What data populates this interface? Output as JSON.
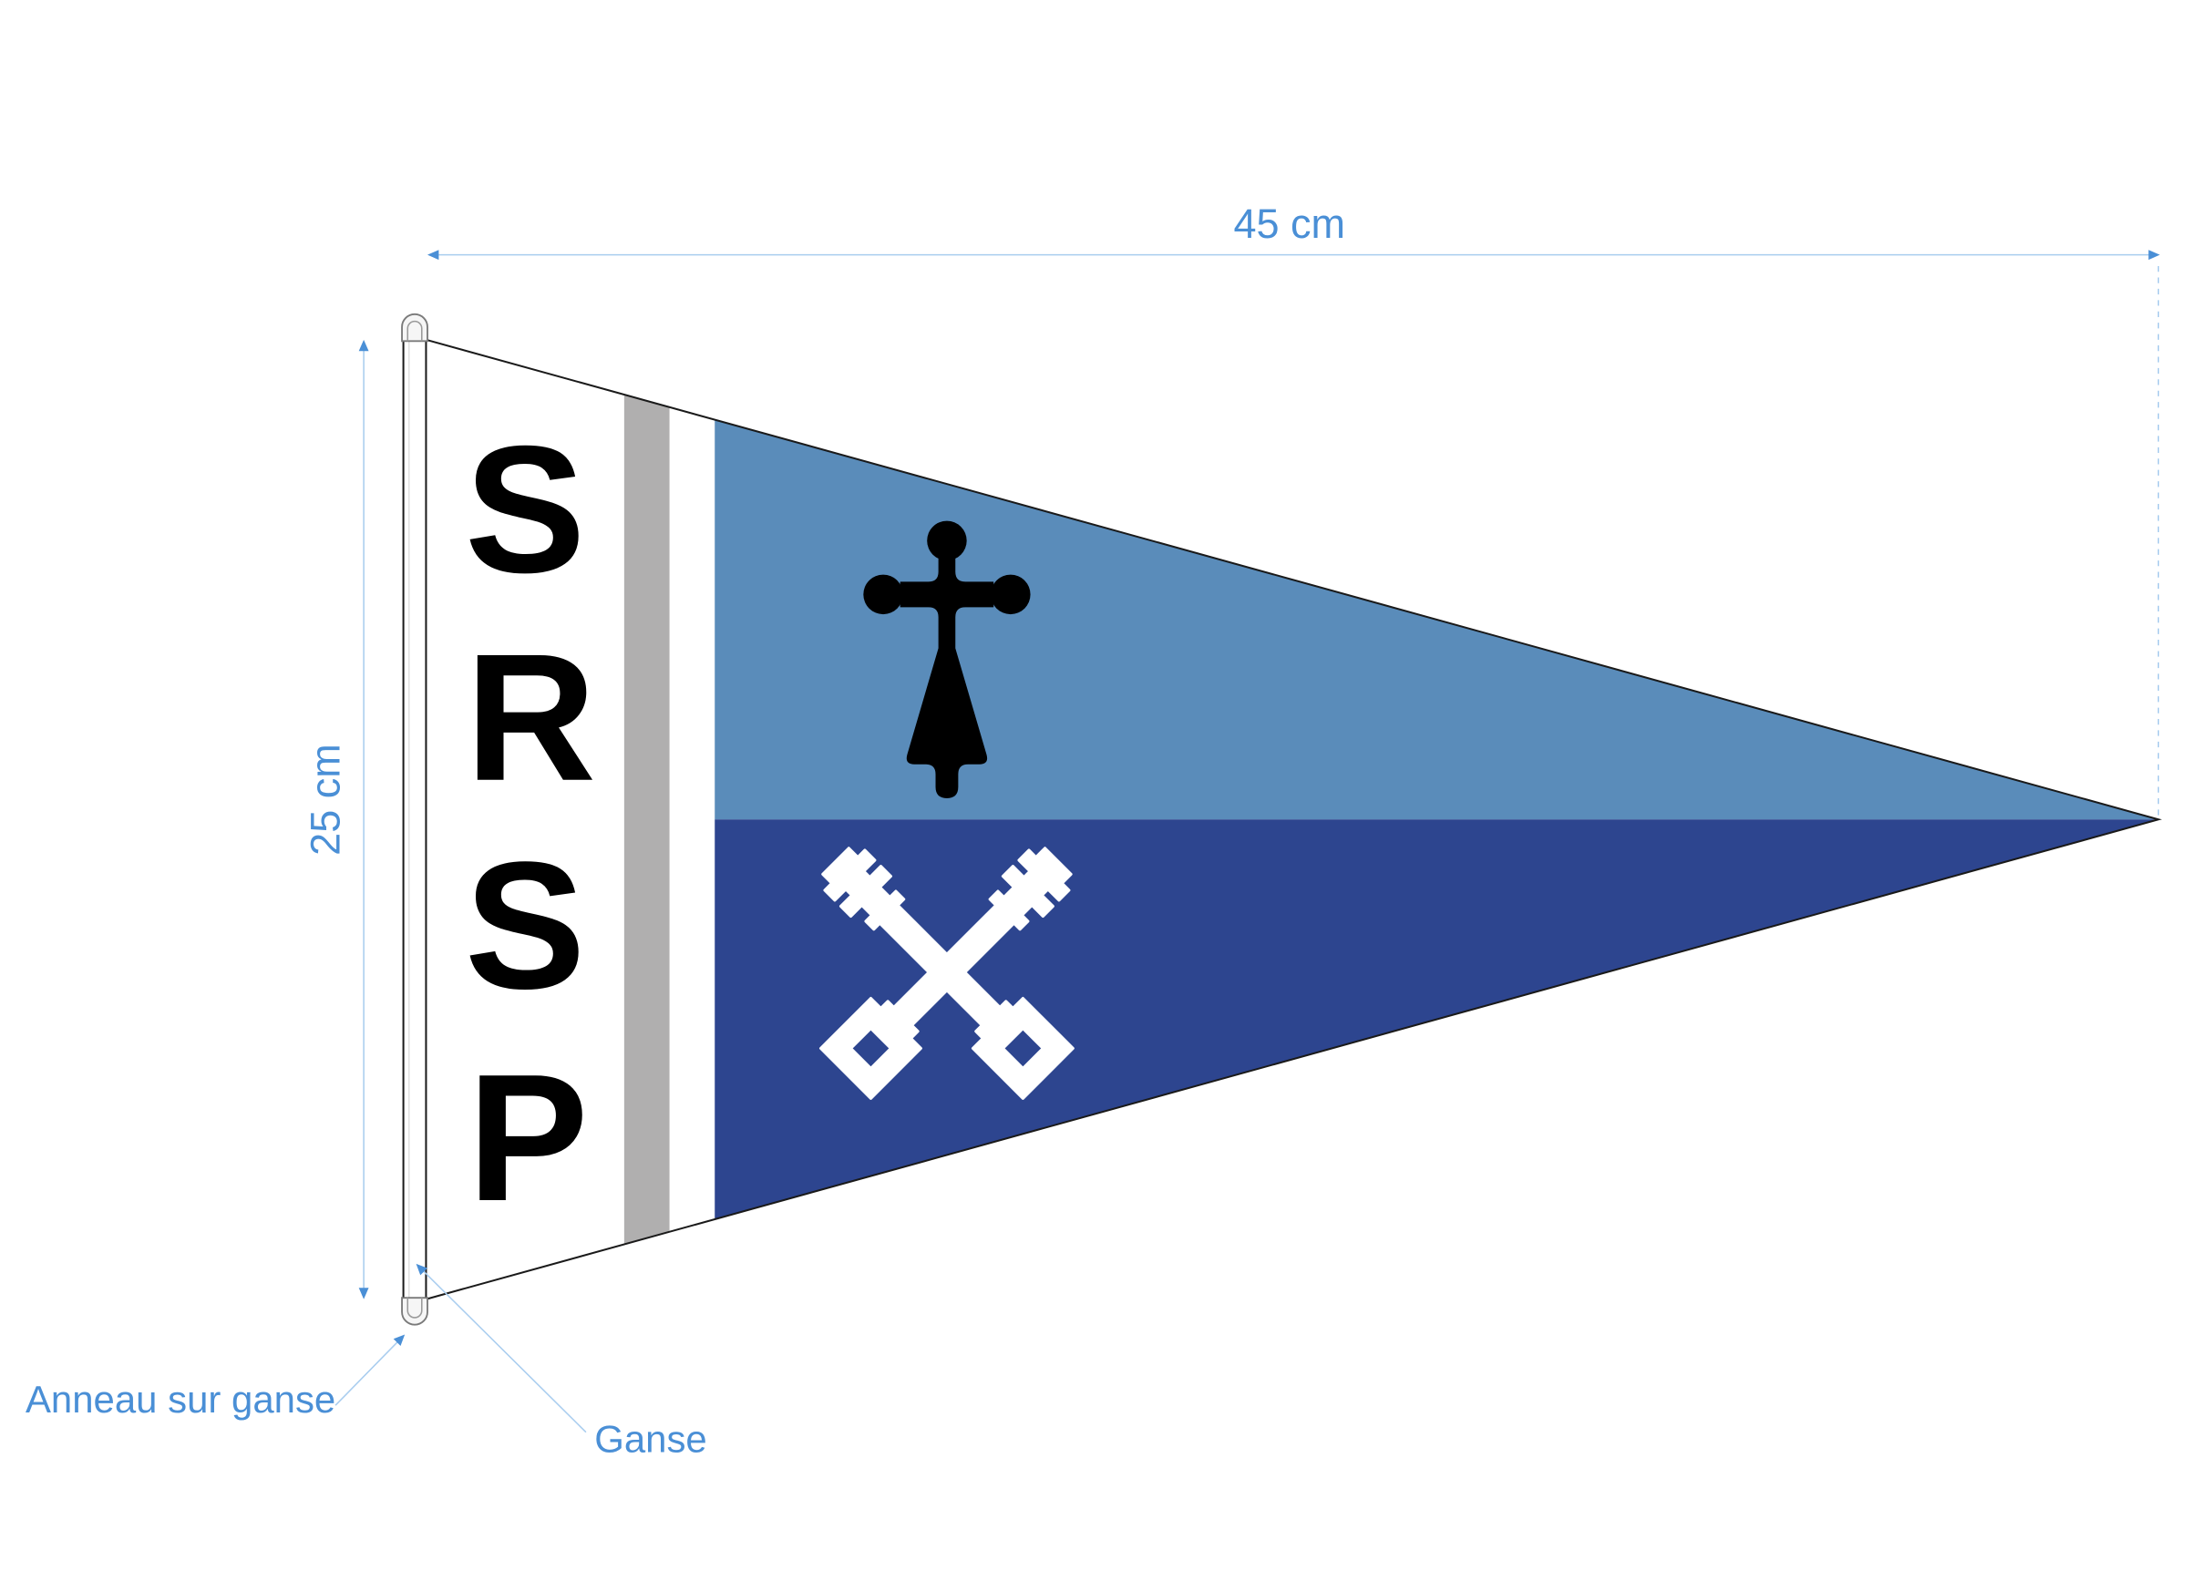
{
  "dimensions": {
    "width_label": "45 cm",
    "height_label": "25 cm"
  },
  "annotations": {
    "ring_label": "Anneau sur ganse",
    "sleeve_label": "Ganse"
  },
  "flag": {
    "letters": [
      "S",
      "R",
      "S",
      "P"
    ],
    "upper_emblem": "ermine-icon",
    "lower_emblem": "crossed-keys-icon"
  },
  "colors": {
    "annotation": "#4a8fd6",
    "dimension_line": "#a9cdef",
    "hoist_field": "#ffffff",
    "stripe": "#b0afaf",
    "upper_field": "#5a8cba",
    "lower_field": "#2d458f",
    "letters": "#000000",
    "ermine": "#000000",
    "keys": "#ffffff",
    "outline": "#1a1a1a"
  }
}
